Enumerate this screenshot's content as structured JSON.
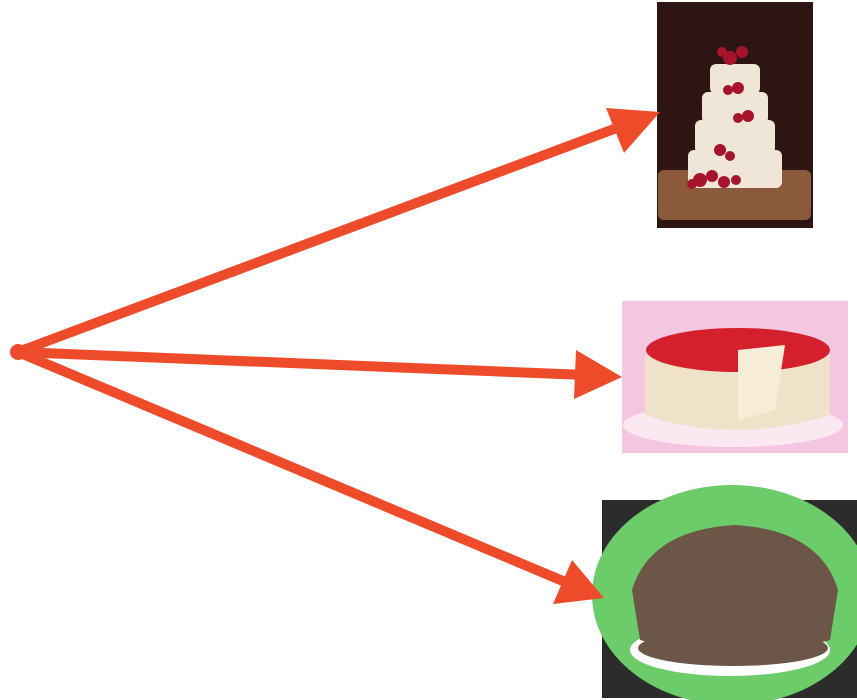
{
  "diagram": {
    "arrow_color": "#EE4B2B",
    "arrows": [
      {
        "target": "wedding-cake"
      },
      {
        "target": "cheesecake"
      },
      {
        "target": "chocolate-cake"
      }
    ],
    "images": {
      "wedding_cake": {
        "background": "#2c1512",
        "icing": "#efe6d8",
        "fruit": "#a5142a",
        "wood": "#8a5a3a"
      },
      "cheesecake": {
        "background": "#f4c6df",
        "topping": "#d3202c",
        "body": "#f0e2c8",
        "stand": "#fbe8f1"
      },
      "chocolate_cake": {
        "background": "#2c2c2c",
        "plate": "#6ccc6a",
        "cake": "#6c5647",
        "paper": "#ffffff"
      }
    }
  }
}
